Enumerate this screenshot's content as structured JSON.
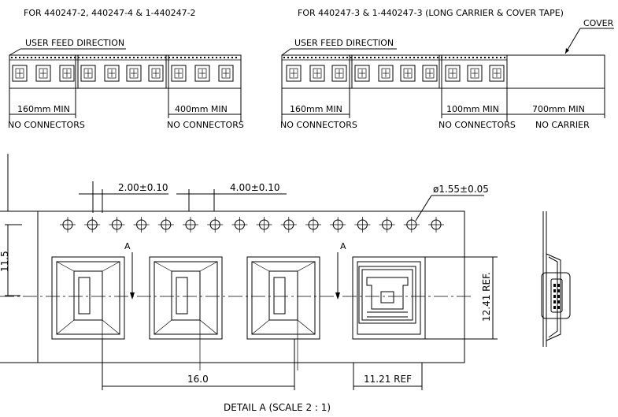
{
  "top_left": {
    "title": "FOR 440247-2, 440247-4 & 1-440247-2",
    "feed_label": "USER FEED DIRECTION",
    "dim_left": "160mm MIN",
    "note_left": "NO CONNECTORS",
    "dim_right": "400mm MIN",
    "note_right": "NO CONNECTORS"
  },
  "top_right": {
    "title": "FOR 440247-3 & 1-440247-3 (LONG CARRIER & COVER TAPE)",
    "cover_label": "COVER",
    "feed_label": "USER FEED DIRECTION",
    "dim_left": "160mm MIN",
    "note_left": "NO CONNECTORS",
    "dim_mid": "100mm MIN",
    "note_mid": "NO CONNECTORS",
    "dim_right": "700mm MIN",
    "note_right": "NO CARRIER"
  },
  "detail": {
    "dim_pitch_holes": "2.00±0.10",
    "dim_pitch_sprocket": "4.00±0.10",
    "dim_hole_dia": "ø1.55±0.05",
    "dim_tape_width": "11.5",
    "dim_pocket_pitch": "16.0",
    "dim_pocket_width": "11.21 REF",
    "dim_pocket_height": "12.41 REF.",
    "section_mark_left": "A",
    "section_mark_right": "A",
    "caption": "DETAIL A (SCALE 2 : 1)"
  }
}
